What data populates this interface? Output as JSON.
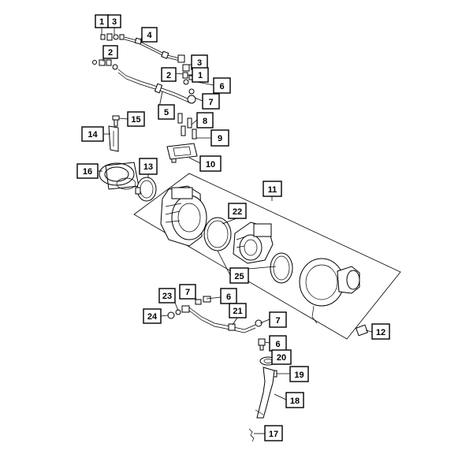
{
  "diagram": {
    "callouts": [
      {
        "id": "c1a",
        "label": "1"
      },
      {
        "id": "c3a",
        "label": "3"
      },
      {
        "id": "c4",
        "label": "4"
      },
      {
        "id": "c2a",
        "label": "2"
      },
      {
        "id": "c3b",
        "label": "3"
      },
      {
        "id": "c2b",
        "label": "2"
      },
      {
        "id": "c1b",
        "label": "1"
      },
      {
        "id": "c6a",
        "label": "6"
      },
      {
        "id": "c7a",
        "label": "7"
      },
      {
        "id": "c5",
        "label": "5"
      },
      {
        "id": "c8",
        "label": "8"
      },
      {
        "id": "c15",
        "label": "15"
      },
      {
        "id": "c14",
        "label": "14"
      },
      {
        "id": "c9",
        "label": "9"
      },
      {
        "id": "c10",
        "label": "10"
      },
      {
        "id": "c16",
        "label": "16"
      },
      {
        "id": "c13",
        "label": "13"
      },
      {
        "id": "c11",
        "label": "11"
      },
      {
        "id": "c22",
        "label": "22"
      },
      {
        "id": "c25",
        "label": "25"
      },
      {
        "id": "c7b",
        "label": "7"
      },
      {
        "id": "c6b",
        "label": "6"
      },
      {
        "id": "c23",
        "label": "23"
      },
      {
        "id": "c21",
        "label": "21"
      },
      {
        "id": "c24",
        "label": "24"
      },
      {
        "id": "c7c",
        "label": "7"
      },
      {
        "id": "c12",
        "label": "12"
      },
      {
        "id": "c6c",
        "label": "6"
      },
      {
        "id": "c20",
        "label": "20"
      },
      {
        "id": "c19",
        "label": "19"
      },
      {
        "id": "c18",
        "label": "18"
      },
      {
        "id": "c17",
        "label": "17"
      }
    ]
  }
}
